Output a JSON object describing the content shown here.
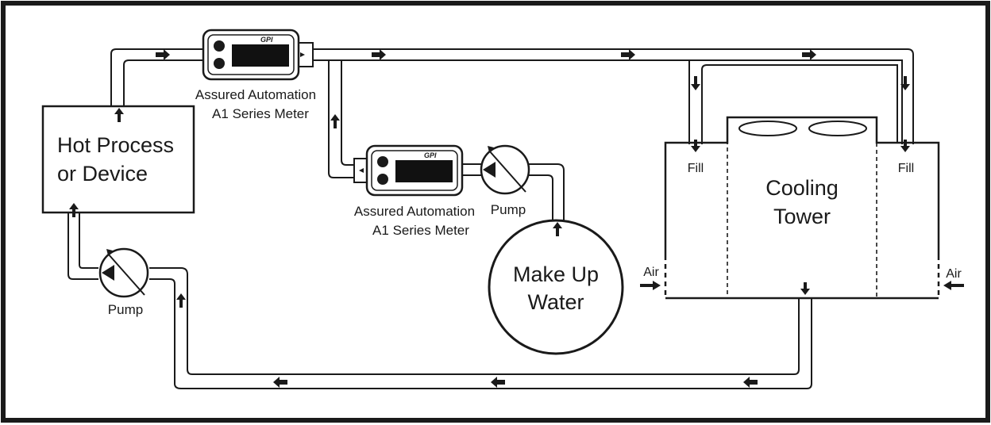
{
  "process": {
    "line1": "Hot Process",
    "line2": "or Device"
  },
  "meter_top": {
    "brand": "GPI",
    "line1": "Assured Automation",
    "line2": "A1 Series Meter"
  },
  "meter_mid": {
    "brand": "GPI",
    "line1": "Assured Automation",
    "line2": "A1 Series Meter"
  },
  "pump_left": {
    "label": "Pump"
  },
  "pump_mid": {
    "label": "Pump"
  },
  "makeup": {
    "line1": "Make Up",
    "line2": "Water"
  },
  "tower": {
    "line1": "Cooling",
    "line2": "Tower",
    "fill_left": "Fill",
    "fill_right": "Fill",
    "air_left": "Air",
    "air_right": "Air"
  },
  "colors": {
    "line": "#1a1a1a",
    "background": "#ffffff"
  }
}
